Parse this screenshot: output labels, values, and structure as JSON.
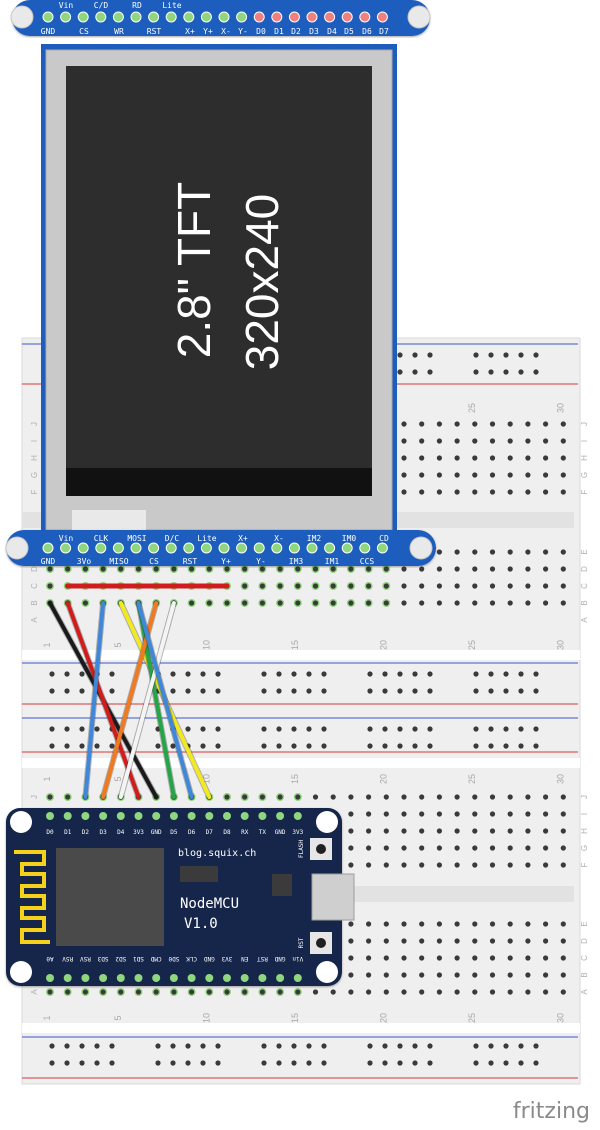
{
  "tft": {
    "screen_line1": "2.8\" TFT",
    "screen_line2": "320x240",
    "top_header_upper": [
      "Vin",
      "C/D",
      "RD",
      "Lite"
    ],
    "top_header_lower": [
      "GND",
      "CS",
      "WR",
      "RST",
      "X+",
      "Y+",
      "X-",
      "Y-",
      "D0",
      "D1",
      "D2",
      "D3",
      "D4",
      "D5",
      "D6",
      "D7"
    ],
    "bottom_header_upper": [
      "Vin",
      "CLK",
      "MOSI",
      "D/C",
      "Lite",
      "X+",
      "X-",
      "IM2",
      "IM0",
      "CD"
    ],
    "bottom_header_lower": [
      "GND",
      "3Vo",
      "MISO",
      "CS",
      "RST",
      "Y+",
      "Y-",
      "IM3",
      "IM1",
      "CCS"
    ]
  },
  "breadboard": {
    "column_numbers": [
      "1",
      "5",
      "10",
      "15",
      "20",
      "25",
      "30"
    ],
    "row_letters_top": [
      "J",
      "I",
      "H",
      "G",
      "F"
    ],
    "row_letters_bottom": [
      "E",
      "D",
      "C",
      "B",
      "A"
    ]
  },
  "nodemcu": {
    "url": "blog.squix.ch",
    "name": "NodeMCU",
    "version": "V1.0",
    "flash_label": "FLASH",
    "rst_label": "RST",
    "top_pins": [
      "D0",
      "D1",
      "D2",
      "D3",
      "D4",
      "3V3",
      "GND",
      "D5",
      "D6",
      "D7",
      "D8",
      "RX",
      "TX",
      "GND",
      "3V3"
    ],
    "bottom_pins": [
      "A0",
      "RSV",
      "RSV",
      "SD3",
      "SD2",
      "SD1",
      "CMD",
      "SD0",
      "CLK",
      "GND",
      "3V3",
      "EN",
      "RST",
      "GND",
      "Vin"
    ]
  },
  "wires": [
    {
      "color": "#1a1a1a",
      "name": "black"
    },
    {
      "color": "#d21c1c",
      "name": "red"
    },
    {
      "color": "#3f87d8",
      "name": "blue"
    },
    {
      "color": "#f2ea1e",
      "name": "yellow"
    },
    {
      "color": "#26a548",
      "name": "green"
    },
    {
      "color": "#ef7a1f",
      "name": "orange"
    },
    {
      "color": "#f4f4f4",
      "name": "white"
    }
  ],
  "branding": {
    "logo": "fritzing"
  },
  "colors": {
    "pcb": "#1f5dbd",
    "pcb_hole": "#e9e9e9",
    "lcd_frame": "#c9c9c9",
    "lcd_screen": "#2d2d2d",
    "mcu_board": "#13254c",
    "pin_green": "#8fd67e",
    "pin_red": "#f08080",
    "rail_red": "#d23a3a",
    "rail_blue": "#3b56c9",
    "breadboard": "#f2f2f2"
  }
}
